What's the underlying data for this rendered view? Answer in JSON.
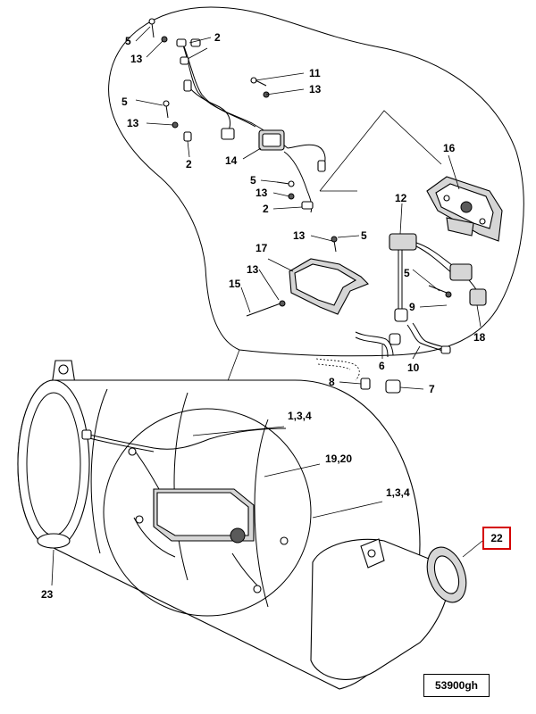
{
  "diagram": {
    "reference_code": "53900gh",
    "highlighted_callout": "22",
    "callouts": {
      "c5a": "5",
      "c13a": "13",
      "c2a": "2",
      "c11": "11",
      "c13b": "13",
      "c5b": "5",
      "c13c": "13",
      "c2b": "2",
      "c14": "14",
      "c5c": "5",
      "c13d": "13",
      "c2c": "2",
      "c16": "16",
      "c12": "12",
      "c13e": "13",
      "c5d": "5",
      "c17": "17",
      "c13f": "13",
      "c15": "15",
      "c5e": "5",
      "c9": "9",
      "c18": "18",
      "c6": "6",
      "c10": "10",
      "c8": "8",
      "c7": "7",
      "c134a": "1,3,4",
      "c1920": "19,20",
      "c134b": "1,3,4",
      "c23": "23"
    },
    "colors": {
      "highlight": "#d40000",
      "line": "#000000",
      "fill": "#ffffff",
      "shade": "#d6d6d6"
    }
  }
}
